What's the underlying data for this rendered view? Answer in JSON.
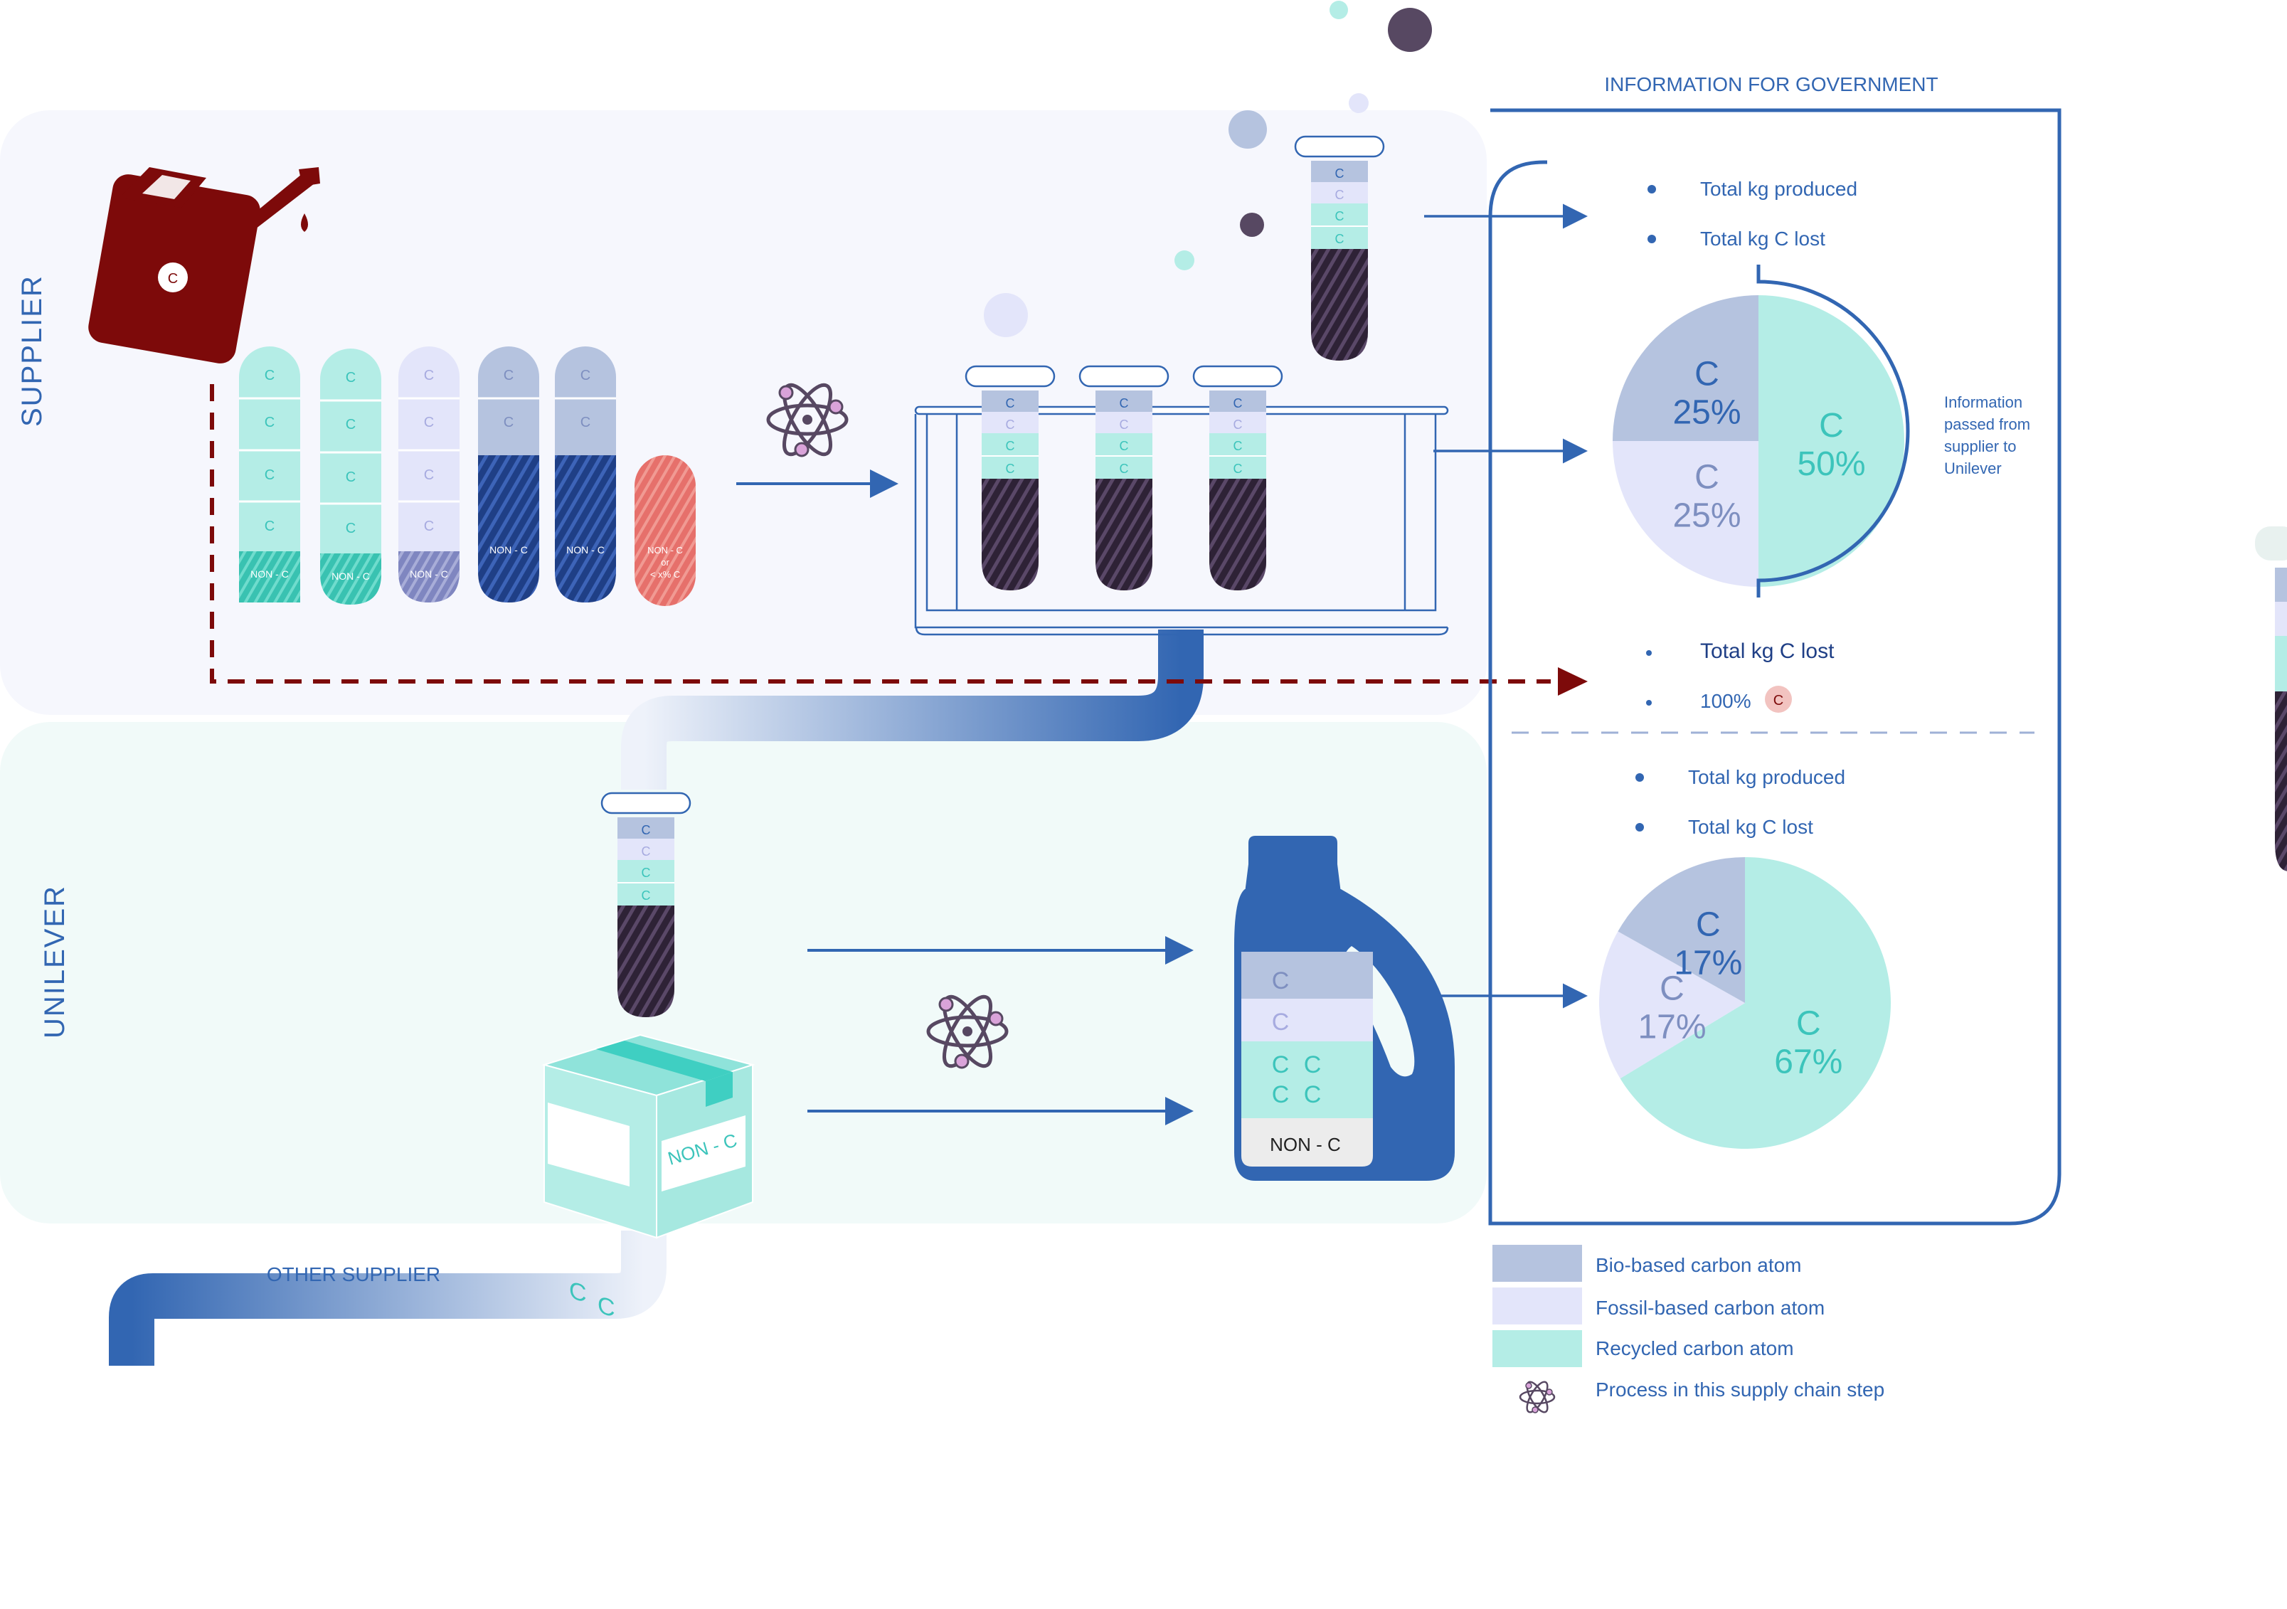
{
  "zones": {
    "supplier": "SUPPLIER",
    "unilever": "UNILEVER",
    "other_supplier": "OTHER SUPPLIER"
  },
  "atom": {
    "c": "C",
    "non_c": "NON - C",
    "or": "or",
    "pct_c": "< x% C"
  },
  "gov": {
    "title": "INFORMATION FOR GOVERNMENT",
    "top": {
      "bullet1": "Total kg produced",
      "bullet2": "Total kg C lost"
    },
    "lost": {
      "bullet1": "Total kg C lost",
      "bullet2": "100%"
    },
    "bottom": {
      "bullet1": "Total kg produced",
      "bullet2": "Total kg C lost"
    },
    "info_note": [
      "Information",
      "passed from",
      "supplier to",
      "Unilever"
    ]
  },
  "chart_data": [
    {
      "type": "pie",
      "slices": [
        {
          "label": "C",
          "value": 25,
          "text": "25%",
          "kind": "bio"
        },
        {
          "label": "C",
          "value": 25,
          "text": "25%",
          "kind": "fossil"
        },
        {
          "label": "C",
          "value": 50,
          "text": "50%",
          "kind": "recycled"
        }
      ]
    },
    {
      "type": "pie",
      "slices": [
        {
          "label": "C",
          "value": 17,
          "text": "17%",
          "kind": "bio"
        },
        {
          "label": "C",
          "value": 17,
          "text": "17%",
          "kind": "fossil"
        },
        {
          "label": "C",
          "value": 67,
          "text": "67%",
          "kind": "recycled"
        }
      ]
    }
  ],
  "legend": {
    "bio": "Bio-based carbon atom",
    "fossil": "Fossil-based carbon atom",
    "recycled": "Recycled carbon atom",
    "process": "Process in this supply chain step"
  },
  "colors": {
    "bio": "#b5c3df",
    "fossil": "#e3e5fa",
    "recycled": "#b4ede6",
    "recycled_text": "#3cc4bb",
    "blue": "#3266b2",
    "dark_red": "#7d0a0a",
    "dark_tube": "#3a2a42"
  },
  "icons": [
    "fuel-can-icon",
    "atom-icon",
    "test-tube-icon",
    "bottle-icon",
    "box-icon",
    "arrow-icon"
  ]
}
